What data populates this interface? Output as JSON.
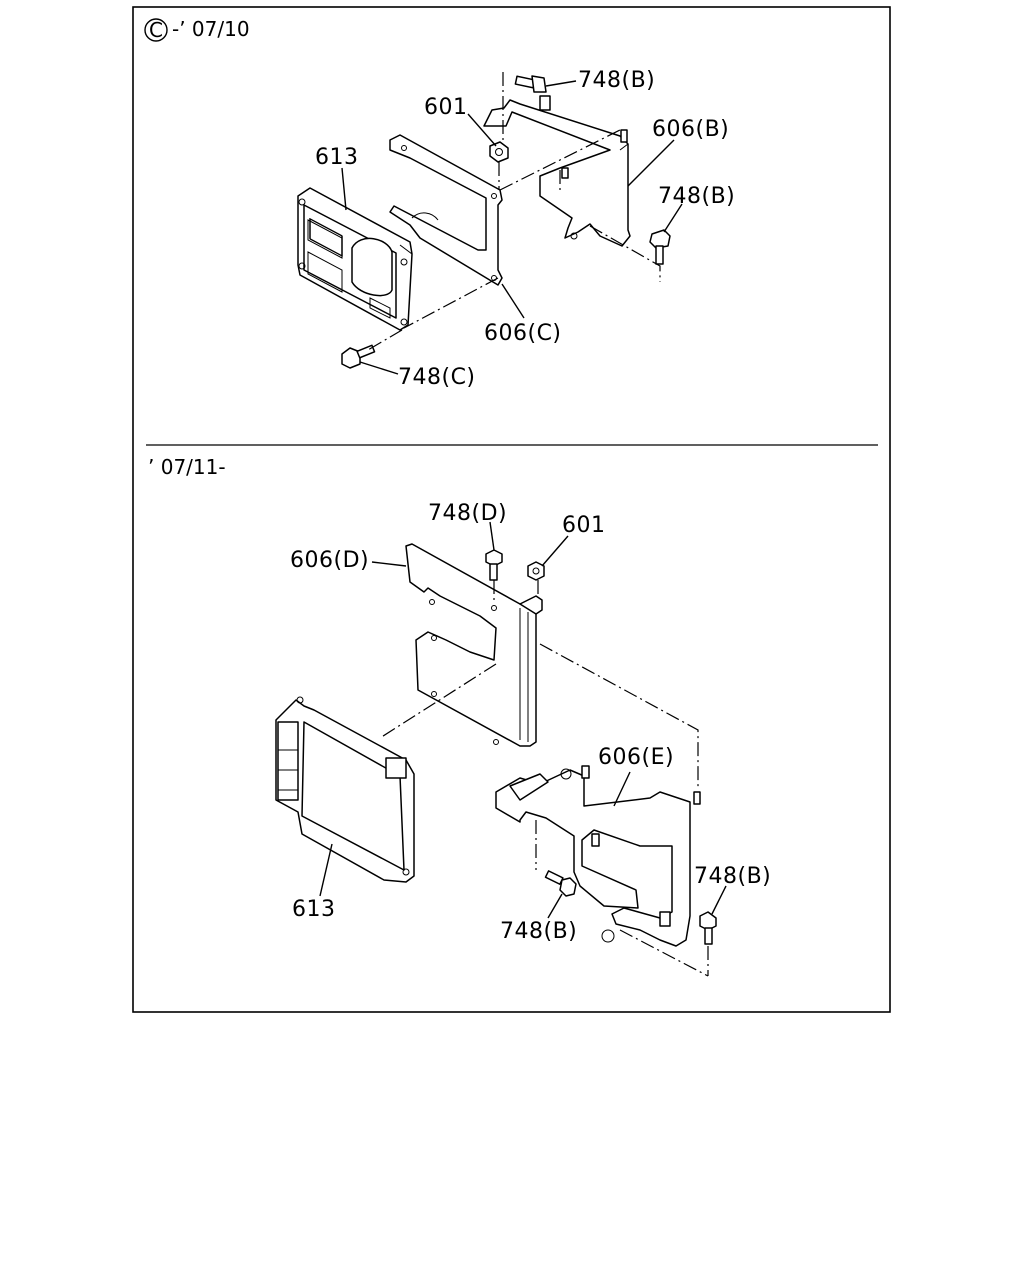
{
  "panels": [
    {
      "header": "-’ 07/10",
      "header_symbol": "C",
      "labels": {
        "l748b_top": "748(B)",
        "l601": "601",
        "l606b": "606(B)",
        "l613": "613",
        "l748b_right": "748(B)",
        "l606c": "606(C)",
        "l748c": "748(C)"
      }
    },
    {
      "header": "’ 07/11-",
      "labels": {
        "l748d": "748(D)",
        "l601": "601",
        "l606d": "606(D)",
        "l606e": "606(E)",
        "l748b_right": "748(B)",
        "l613": "613",
        "l748b_bottom": "748(B)"
      }
    }
  ]
}
